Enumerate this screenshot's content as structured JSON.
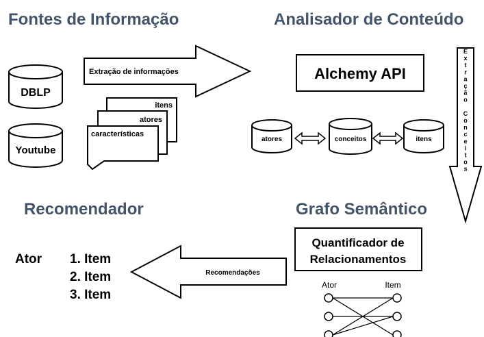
{
  "headings": {
    "sources": "Fontes de Informação",
    "analyzer": "Analisador de Conteúdo",
    "recommender": "Recomendador",
    "graph": "Grafo Semântico"
  },
  "sources": {
    "db1": "DBLP",
    "db2": "Youtube",
    "arrow_label": "Extração de informações",
    "docs": [
      "itens",
      "atores",
      "características"
    ]
  },
  "analyzer": {
    "api_box": "Alchemy API",
    "side_arrow_label": "Extração Conceitos",
    "dbs": [
      "atores",
      "conceitos",
      "itens"
    ]
  },
  "graph": {
    "box_line1": "Quantificador de",
    "box_line2": "Relacionamentos",
    "left_label": "Ator",
    "right_label": "Item"
  },
  "recommender": {
    "actor": "Ator",
    "items": [
      "1. Item",
      "2. Item",
      "3. Item"
    ],
    "arrow_label": "Recomendações"
  }
}
